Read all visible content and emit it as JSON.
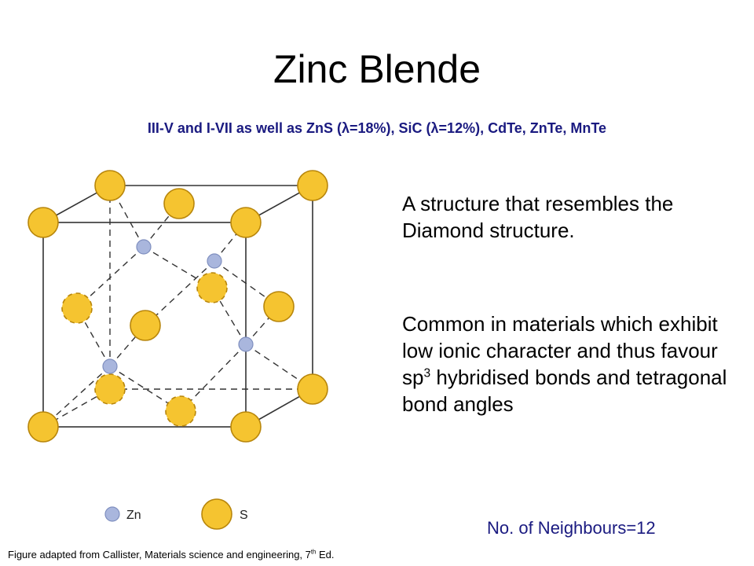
{
  "title": "Zinc Blende",
  "subtitle": {
    "part1": "III-V and I-VII as well as ZnS (",
    "lambda1": "λ",
    "part2": "=18%), SiC (",
    "lambda2": "λ",
    "part3": "=12%), CdTe, ZnTe, MnTe"
  },
  "paragraph1": "A structure that resembles the Diamond structure.",
  "paragraph2": {
    "before_sup": "Common in materials which exhibit low ionic character and thus favour sp",
    "sup": "3",
    "after_sup": " hybridised bonds and tetragonal bond angles"
  },
  "neighbours": "No. of Neighbours=12",
  "caption": {
    "before_sup": "Figure adapted from Callister, Materials science and engineering, 7",
    "sup": "th",
    "after_sup": " Ed."
  },
  "legend": {
    "zn_label": "Zn",
    "s_label": "S"
  },
  "colors": {
    "sulfur_fill": "#f5c430",
    "sulfur_stroke": "#b8860b",
    "zinc_fill": "#a9b6dd",
    "zinc_stroke": "#7f8fbf",
    "subtitle_text": "#1a1a80"
  }
}
